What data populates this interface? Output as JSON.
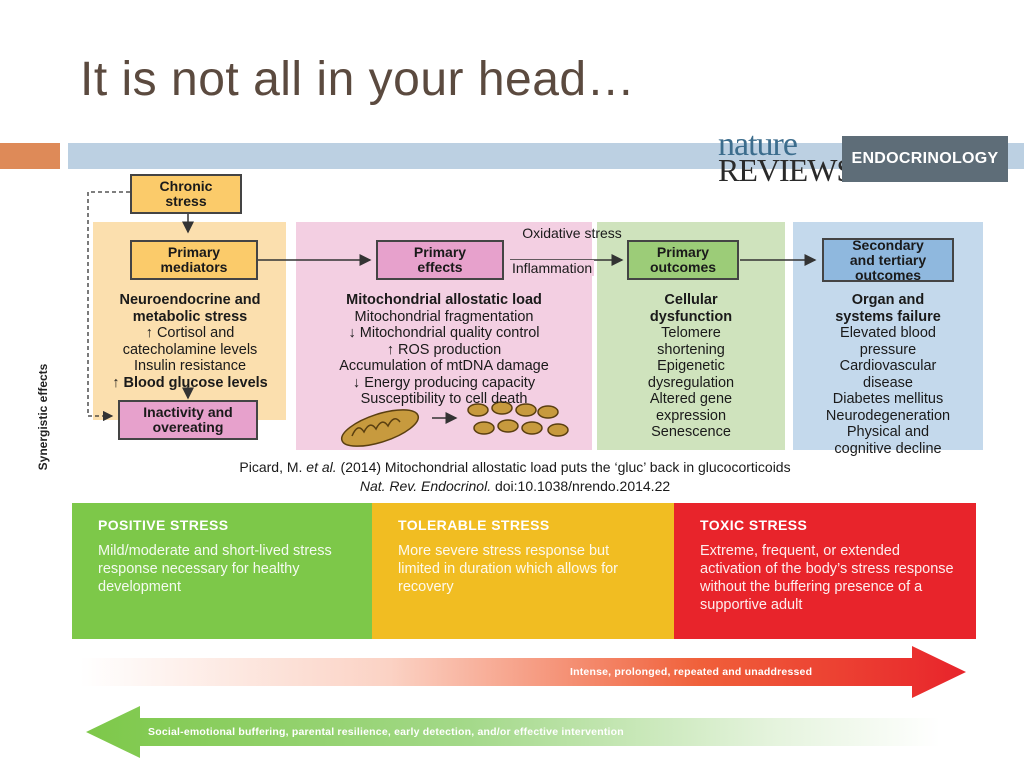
{
  "slide": {
    "title": "It is not all in your head…"
  },
  "logo": {
    "nature": "nature",
    "reviews": "REVIEWS",
    "section": "ENDOCRINOLOGY"
  },
  "diagram": {
    "synergistic_label": "Synergistic effects",
    "chronic_stress": "Chronic stress",
    "primary_mediators": "Primary mediators",
    "inactivity": "Inactivity and overeating",
    "mediators_list": {
      "heading_1": "Neuroendocrine and",
      "heading_2": "metabolic stress",
      "items": [
        "↑ Cortisol and",
        "catecholamine levels",
        "Insulin resistance"
      ],
      "last": "↑ Blood glucose levels"
    },
    "primary_effects": "Primary effects",
    "effects_list": {
      "heading": "Mitochondrial allostatic load",
      "items": [
        "Mitochondrial fragmentation",
        "↓ Mitochondrial quality control",
        "↑ ROS production",
        "Accumulation of mtDNA damage",
        "↓ Energy producing capacity",
        "Susceptibility to cell death"
      ]
    },
    "oxidative_stress": "Oxidative stress",
    "inflammation": "Inflammation",
    "primary_outcomes": "Primary outcomes",
    "outcomes_list": {
      "heading_1": "Cellular",
      "heading_2": "dysfunction",
      "items": [
        "Telomere",
        "shortening",
        "Epigenetic",
        "dysregulation",
        "Altered gene",
        "expression",
        "Senescence"
      ]
    },
    "secondary_outcomes": "Secondary and tertiary outcomes",
    "secondary_list": {
      "heading_1": "Organ and",
      "heading_2": "systems failure",
      "items": [
        "Elevated blood",
        "pressure",
        "Cardiovascular",
        "disease",
        "Diabetes mellitus",
        "Neurodegeneration",
        "Physical and",
        "cognitive decline"
      ]
    }
  },
  "citation": {
    "authors": "Picard, M. ",
    "etal": "et al.",
    "rest": " (2014) Mitochondrial allostatic load puts the ‘gluc’ back in glucocorticoids",
    "journal": "Nat. Rev. Endocrinol.",
    "doi": " doi:10.1038/nrendo.2014.22"
  },
  "stress_levels": [
    {
      "title": "POSITIVE STRESS",
      "desc": "Mild/moderate and short-lived stress response necessary for healthy development",
      "color": "#7dc849"
    },
    {
      "title": "TOLERABLE STRESS",
      "desc": "More severe stress response but limited in duration which allows for recovery",
      "color": "#f1bd22"
    },
    {
      "title": "TOXIC STRESS",
      "desc": "Extreme, frequent, or extended activation of the body’s stress response without the buffering presence of a supportive adult",
      "color": "#e8242b"
    }
  ],
  "arrows": {
    "right": "Intense, prolonged, repeated and unaddressed",
    "left": "Social-emotional buffering, parental resilience, early detection, and/or effective intervention"
  },
  "colors": {
    "title": "#5b4a3f",
    "accent_orange": "#de8a58",
    "accent_blue": "#bcd0e2",
    "panel_orange": "#fbdfae",
    "panel_pink": "#f3cfe2",
    "panel_green": "#cfe3bd",
    "panel_blue": "#c4d9ec"
  }
}
